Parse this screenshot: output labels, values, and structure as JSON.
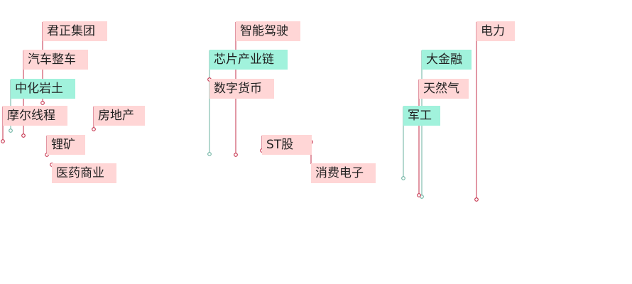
{
  "chart_data": {
    "type": "scatter",
    "title": "",
    "colors": {
      "up": "#ffd6d6",
      "down": "#a1f2dc",
      "up_line": "#c52f4a",
      "down_line": "#6ab19f"
    },
    "points": [
      {
        "label": "君正集团",
        "trend": "up"
      },
      {
        "label": "汽车整车",
        "trend": "up"
      },
      {
        "label": "中化岩土",
        "trend": "down"
      },
      {
        "label": "摩尔线程",
        "trend": "up"
      },
      {
        "label": "房地产",
        "trend": "up"
      },
      {
        "label": "锂矿",
        "trend": "up"
      },
      {
        "label": "医药商业",
        "trend": "up"
      },
      {
        "label": "智能驾驶",
        "trend": "up"
      },
      {
        "label": "芯片产业链",
        "trend": "down"
      },
      {
        "label": "数字货币",
        "trend": "up"
      },
      {
        "label": "ST股",
        "trend": "up"
      },
      {
        "label": "消费电子",
        "trend": "up"
      },
      {
        "label": "电力",
        "trend": "up"
      },
      {
        "label": "大金融",
        "trend": "down"
      },
      {
        "label": "天然气",
        "trend": "up"
      },
      {
        "label": "军工",
        "trend": "down"
      }
    ]
  }
}
